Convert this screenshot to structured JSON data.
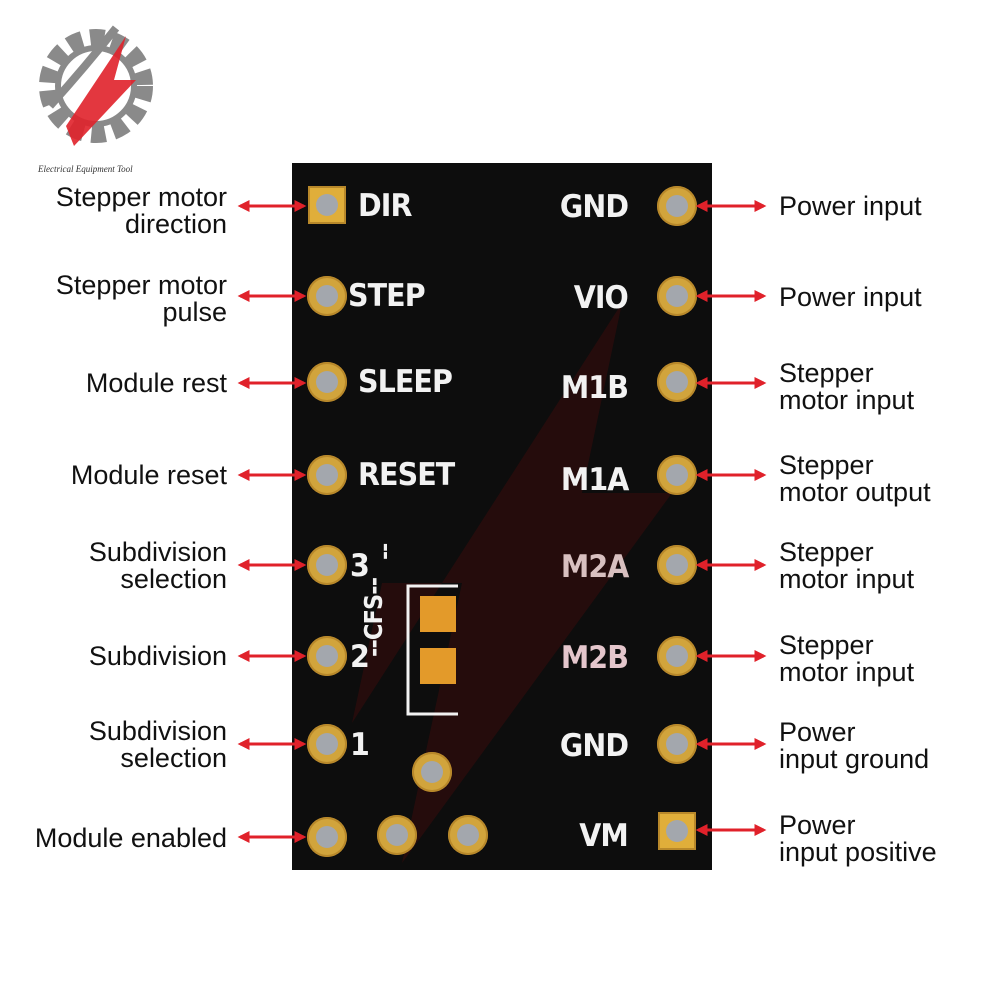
{
  "brand": {
    "name": "Electrical Equipment Tool",
    "logo_colors": [
      "#8a8a8a",
      "#e0212a"
    ]
  },
  "colors": {
    "board": "#0d0d0d",
    "pad_gold": "#d1a43c",
    "arrow": "#e0212a",
    "cfs_pad": "#e39a2a"
  },
  "board": {
    "left_pins": [
      "DIR",
      "STEP",
      "SLEEP",
      "RESET",
      "3",
      "2",
      "1"
    ],
    "right_pins": [
      "GND",
      "VIO",
      "M1B",
      "M1A",
      "M2A",
      "M2B",
      "GND",
      "VM"
    ],
    "cfs_label": "--CFS--",
    "cfs_dashes_top": "--"
  },
  "left_labels": [
    {
      "line1": "Stepper motor",
      "line2": "direction"
    },
    {
      "line1": "Stepper motor",
      "line2": "pulse"
    },
    {
      "line1": "Module rest",
      "line2": ""
    },
    {
      "line1": "Module reset",
      "line2": ""
    },
    {
      "line1": "Subdivision",
      "line2": "selection"
    },
    {
      "line1": "Subdivision",
      "line2": ""
    },
    {
      "line1": "Subdivision",
      "line2": "selection"
    },
    {
      "line1": "Module enabled",
      "line2": ""
    }
  ],
  "right_labels": [
    {
      "line1": "Power input",
      "line2": ""
    },
    {
      "line1": "Power input",
      "line2": ""
    },
    {
      "line1": "Stepper",
      "line2": "motor input"
    },
    {
      "line1": "Stepper",
      "line2": "motor output"
    },
    {
      "line1": "Stepper",
      "line2": "motor input"
    },
    {
      "line1": "Stepper",
      "line2": "motor input"
    },
    {
      "line1": "Power",
      "line2": "input ground"
    },
    {
      "line1": "Power",
      "line2": "input positive"
    }
  ]
}
